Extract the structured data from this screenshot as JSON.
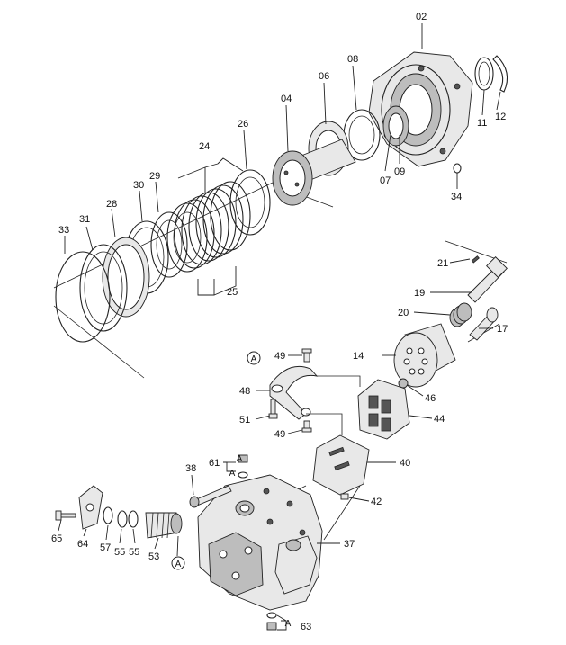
{
  "diagram": {
    "labels": {
      "p02": "02",
      "p04": "04",
      "p06": "06",
      "p07": "07",
      "p08": "08",
      "p09": "09",
      "p11": "11",
      "p12": "12",
      "p14": "14",
      "p17": "17",
      "p19": "19",
      "p20": "20",
      "p21": "21",
      "p24": "24",
      "p25": "25",
      "p26": "26",
      "p28": "28",
      "p29": "29",
      "p30": "30",
      "p31": "31",
      "p33": "33",
      "p34": "34",
      "p37": "37",
      "p38": "38",
      "p40": "40",
      "p42": "42",
      "p44": "44",
      "p46": "46",
      "p48": "48",
      "p49a": "49",
      "p49b": "49",
      "p51": "51",
      "p53": "53",
      "p55a": "55",
      "p55b": "55",
      "p57": "57",
      "p61": "61",
      "p63": "63",
      "p64": "64",
      "p65": "65"
    },
    "markers": {
      "a1": "A",
      "a2": "A",
      "a3": "A",
      "a4": "A",
      "a5": "A"
    }
  }
}
